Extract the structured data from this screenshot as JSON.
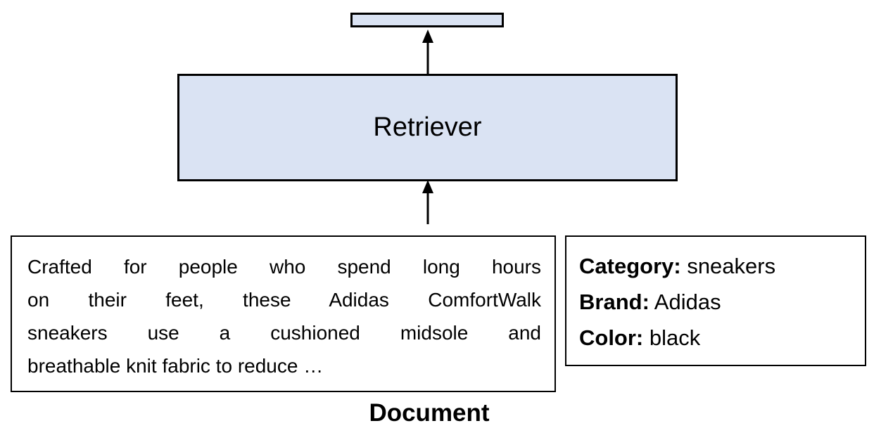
{
  "diagram": {
    "retriever": {
      "label": "Retriever"
    },
    "document": {
      "lines": {
        "0": "Crafted for people who spend long hours",
        "1": "on their feet, these Adidas ComfortWalk",
        "2": "sneakers use a cushioned midsole and",
        "3": "breathable knit fabric to reduce …"
      },
      "caption": "Document"
    },
    "metadata": {
      "rows": [
        {
          "label": "Category:",
          "value": " sneakers"
        },
        {
          "label": "Brand:",
          "value": " Adidas"
        },
        {
          "label": "Color:",
          "value": " black"
        }
      ]
    },
    "colors": {
      "box_fill": "#dae3f3",
      "border": "#000000"
    }
  }
}
